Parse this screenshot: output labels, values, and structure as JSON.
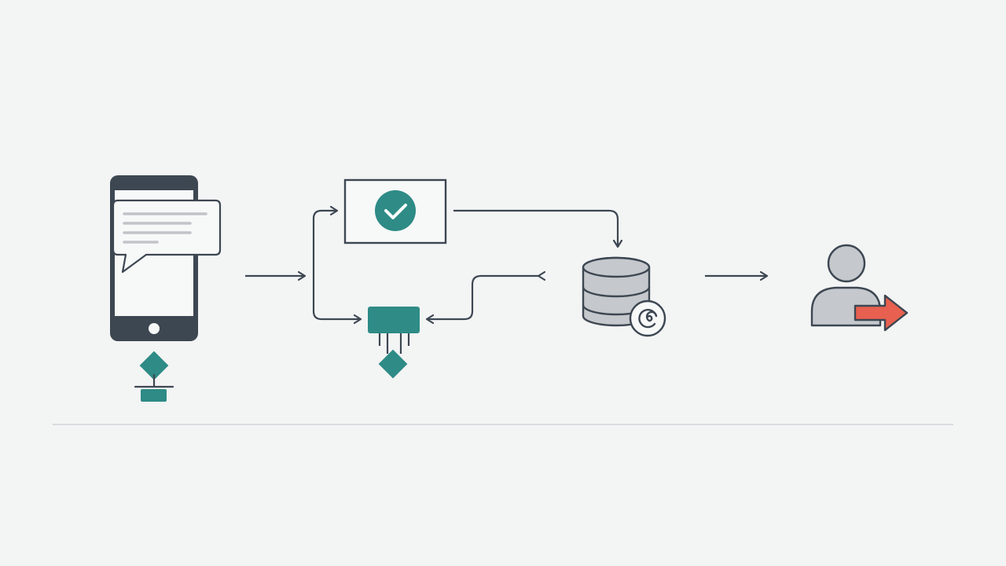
{
  "colors": {
    "background": "#f3f4f4",
    "ink": "#3d4752",
    "teal": "#2e8b86",
    "gray_fill": "#c5c8cc",
    "light_fill": "#f7f8f8",
    "text_lines": "#c0c4c8",
    "accent_red": "#e8604f",
    "divider": "#cfd3d6"
  },
  "nodes": [
    {
      "id": "phone-message",
      "icon": "smartphone-message-icon"
    },
    {
      "id": "approval-check",
      "icon": "check-circle-icon"
    },
    {
      "id": "process-block",
      "icon": "process-branch-icon"
    },
    {
      "id": "database-sync",
      "icon": "database-sync-icon"
    },
    {
      "id": "user-exit",
      "icon": "user-arrow-icon"
    }
  ],
  "edges": [
    {
      "from": "phone-message",
      "to": "approval-check"
    },
    {
      "from": "phone-message",
      "to": "process-block"
    },
    {
      "from": "approval-check",
      "to": "database-sync"
    },
    {
      "from": "process-block",
      "to": "database-sync",
      "direction": "both"
    },
    {
      "from": "database-sync",
      "to": "user-exit"
    }
  ]
}
